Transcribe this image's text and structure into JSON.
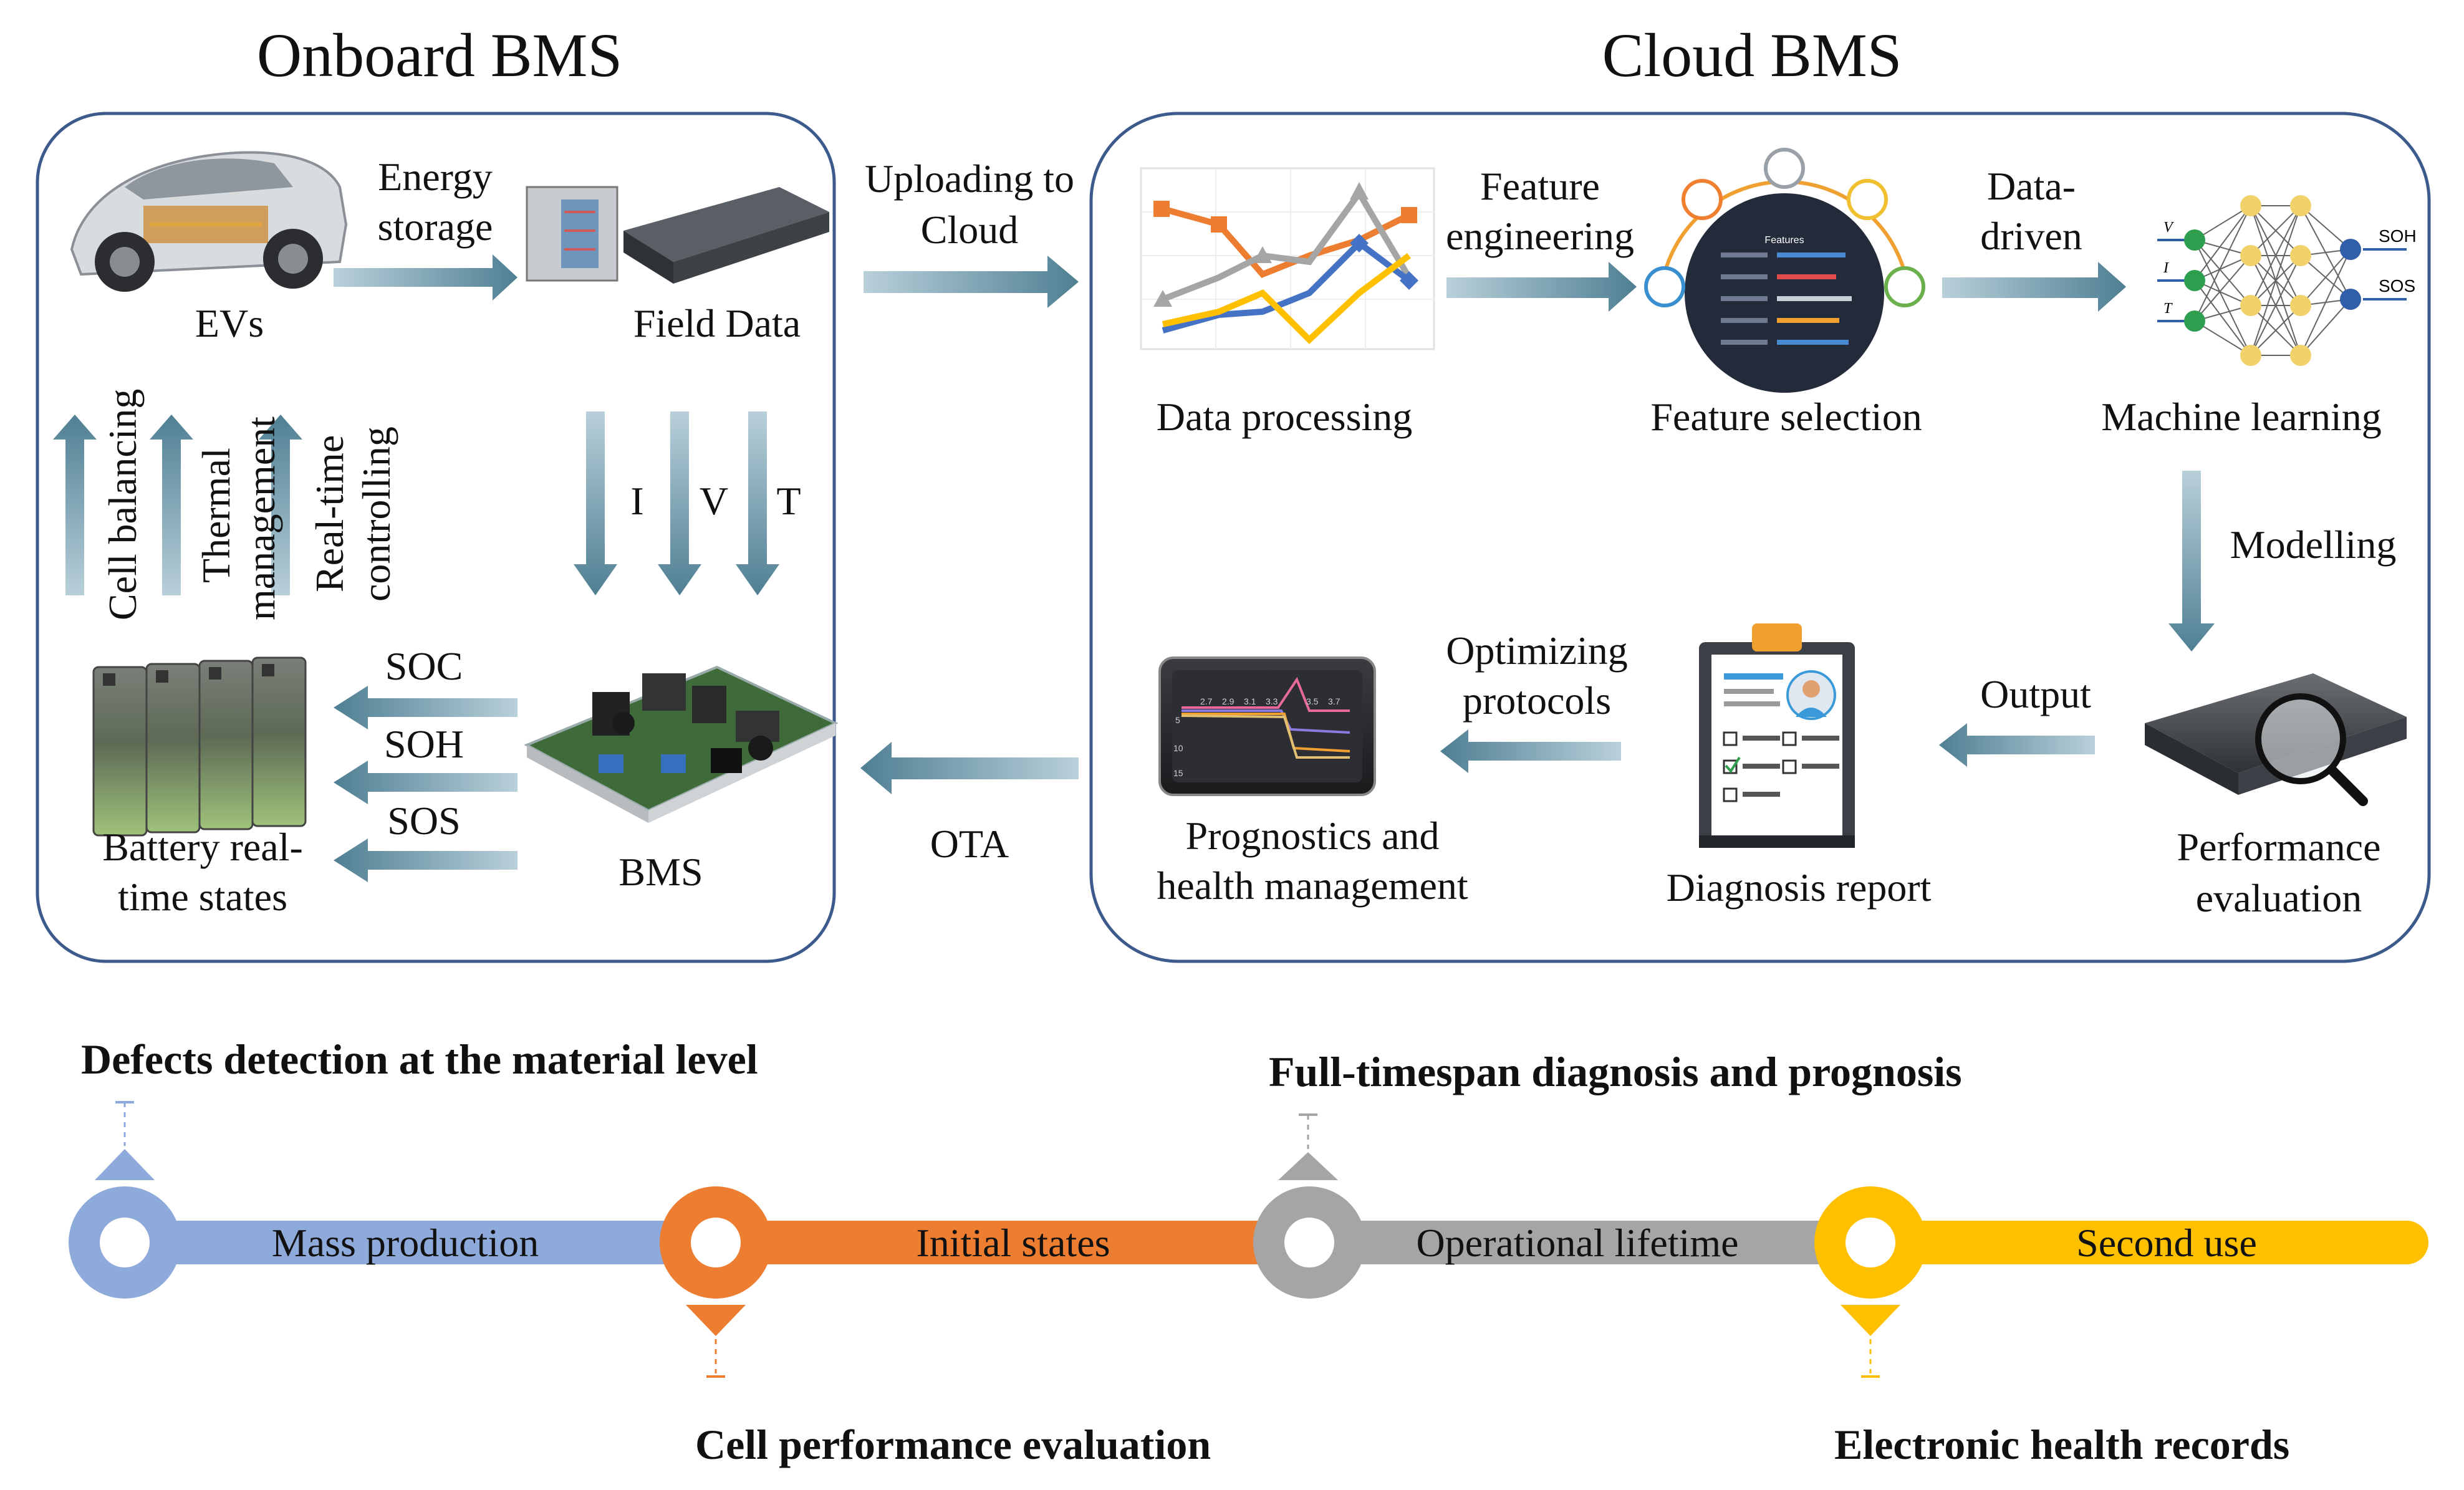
{
  "titles": {
    "onboard": "Onboard BMS",
    "cloud": "Cloud BMS"
  },
  "onboard": {
    "evs": "EVs",
    "energy_storage": [
      "Energy",
      "storage"
    ],
    "field_data": "Field Data",
    "cell_balancing": "Cell balancing",
    "thermal_management": [
      "Thermal",
      "management"
    ],
    "realtime_controlling": [
      "Real-time",
      "controlling"
    ],
    "signals": [
      "I",
      "V",
      "T"
    ],
    "states": [
      "SOC",
      "SOH",
      "SOS"
    ],
    "battery_states": [
      "Battery real-",
      "time states"
    ],
    "bms": "BMS"
  },
  "links": {
    "upload": [
      "Uploading to",
      "Cloud"
    ],
    "ota": "OTA"
  },
  "cloud": {
    "data_processing": "Data processing",
    "feature_engineering": [
      "Feature",
      "engineering"
    ],
    "feature_selection": "Feature selection",
    "data_driven": [
      "Data-",
      "driven"
    ],
    "machine_learning": "Machine learning",
    "nn_inputs": [
      "V",
      "I",
      "T"
    ],
    "nn_outputs": [
      "SOH",
      "SOS"
    ],
    "modelling": "Modelling",
    "performance_evaluation": [
      "Performance",
      "evaluation"
    ],
    "output": "Output",
    "diagnosis_report": "Diagnosis report",
    "optimizing_protocols": [
      "Optimizing",
      "protocols"
    ],
    "phm": [
      "Prognostics and",
      "health management"
    ],
    "tablet_ticks": [
      "2.7",
      "2.9",
      "3.1",
      "3.3",
      "3.5",
      "3.7"
    ],
    "tablet_yticks": [
      "5",
      "10",
      "15"
    ]
  },
  "timeline": {
    "stages": [
      "Mass production",
      "Initial states",
      "Operational lifetime",
      "Second use"
    ],
    "annotations": {
      "defects": "Defects detection at the material level",
      "full_timespan": "Full-timespan diagnosis and prognosis",
      "cell_performance": "Cell performance evaluation",
      "ehr": "Electronic health records"
    },
    "colors": {
      "blue": "#8eaadb",
      "orange": "#ed7d31",
      "gray": "#a5a5a5",
      "yellow": "#ffc000"
    }
  },
  "palette": {
    "arrow": "#5d8a9c",
    "panel_border": "#3c5a8c"
  }
}
